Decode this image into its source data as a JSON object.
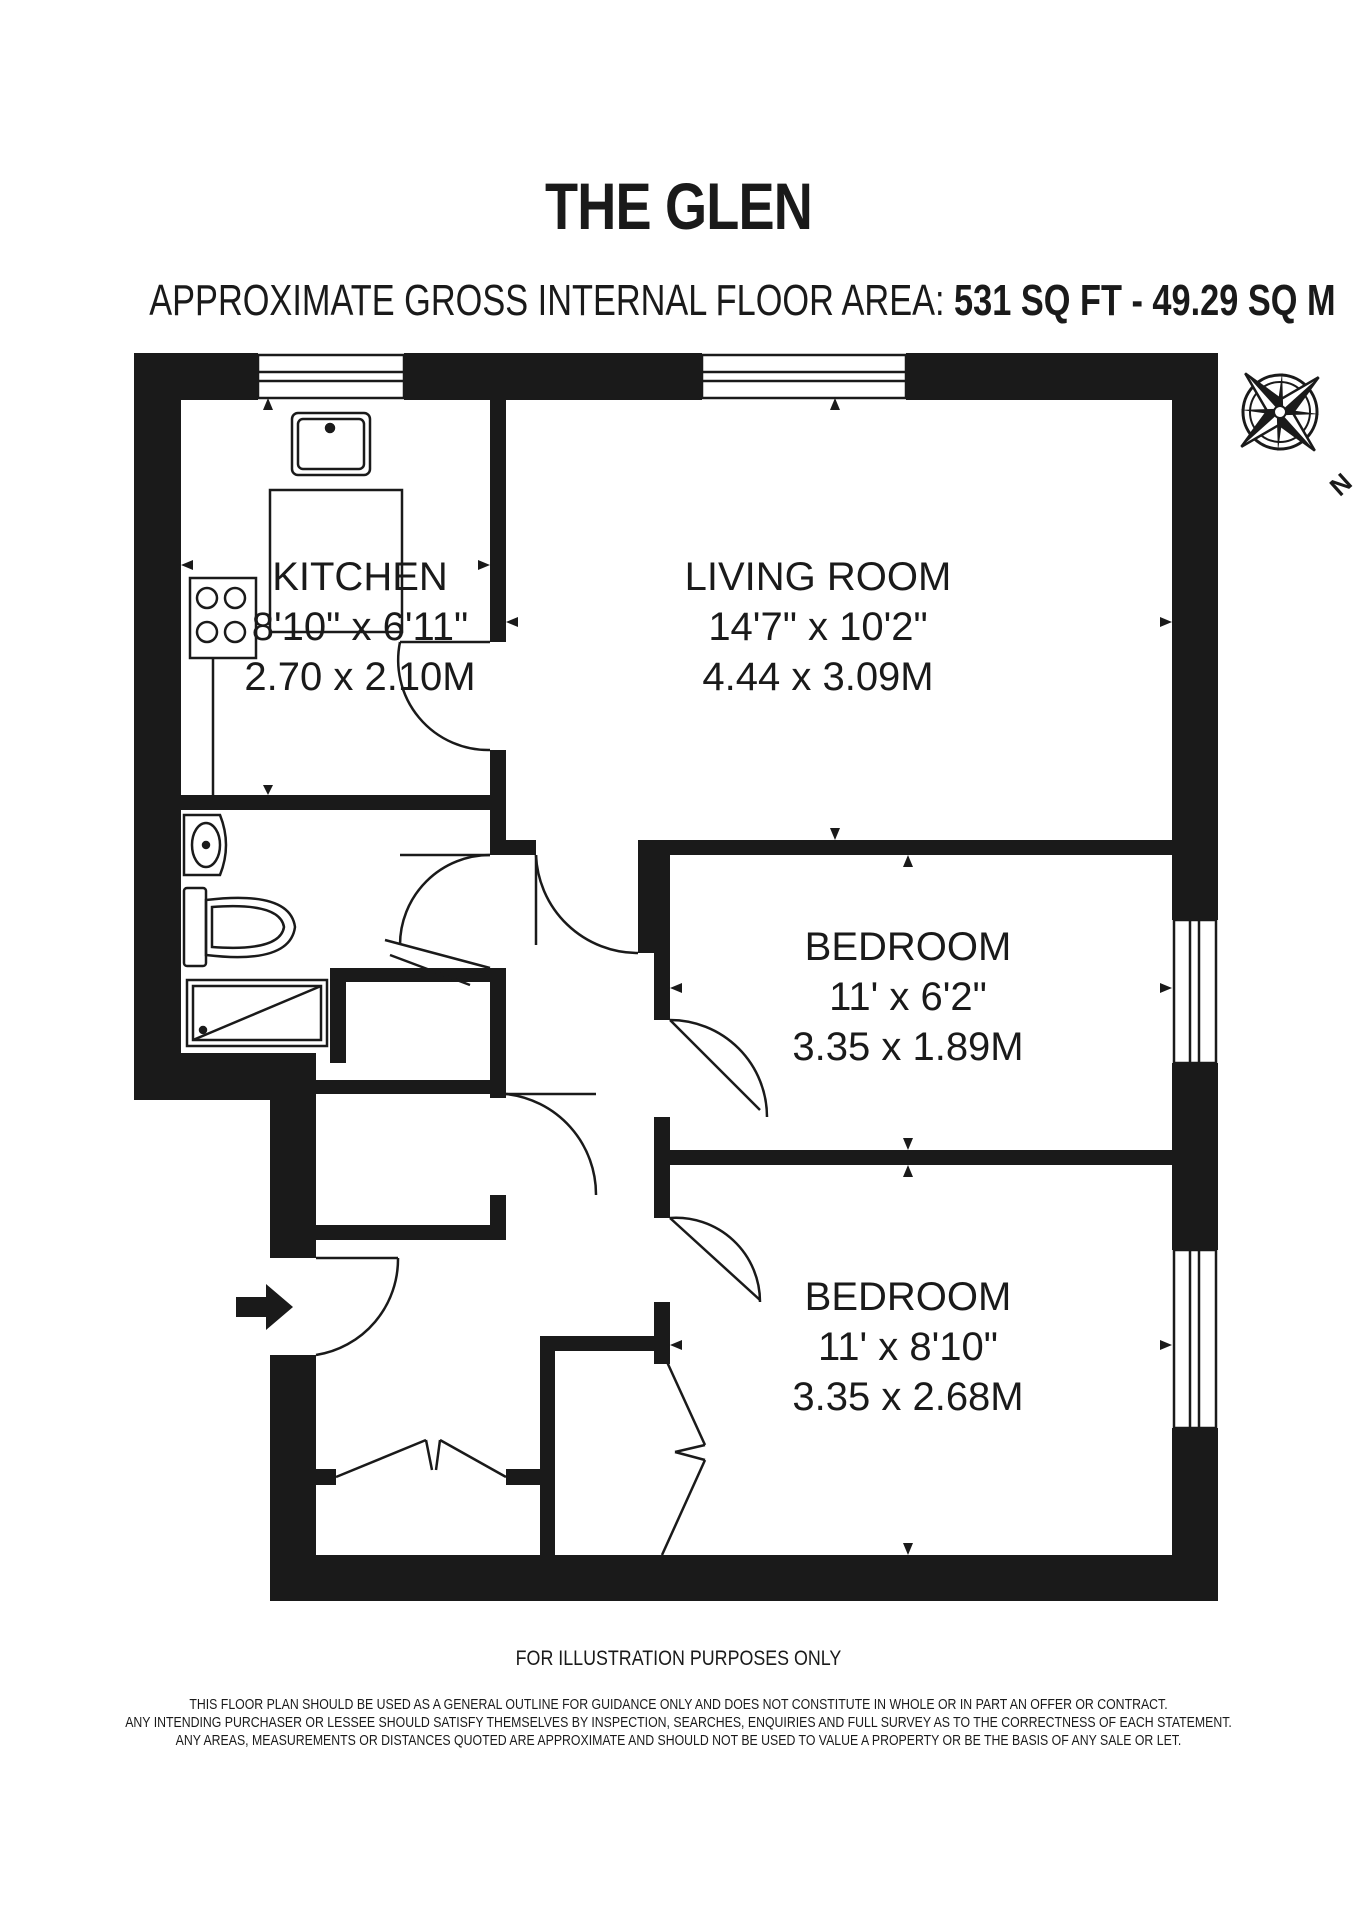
{
  "header": {
    "title": "THE GLEN",
    "area_label": "APPROXIMATE GROSS INTERNAL FLOOR AREA:",
    "area_sqft": "531 SQ FT",
    "area_separator": "-",
    "area_sqm": "49.29 SQ M"
  },
  "rooms": {
    "kitchen": {
      "name": "KITCHEN",
      "imperial": "8'10\" x 6'11\"",
      "metric": "2.70 x 2.10M"
    },
    "living": {
      "name": "LIVING ROOM",
      "imperial": "14'7\" x 10'2\"",
      "metric": "4.44 x 3.09M"
    },
    "bedroom1": {
      "name": "BEDROOM",
      "imperial": "11' x 6'2\"",
      "metric": "3.35 x 1.89M"
    },
    "bedroom2": {
      "name": "BEDROOM",
      "imperial": "11' x 8'10\"",
      "metric": "3.35 x 2.68M"
    }
  },
  "compass": {
    "north_label": "N"
  },
  "footer": {
    "main": "FOR ILLUSTRATION PURPOSES ONLY",
    "notes": [
      "THIS FLOOR PLAN SHOULD BE USED AS A GENERAL OUTLINE FOR GUIDANCE ONLY AND DOES NOT CONSTITUTE IN WHOLE OR IN PART AN OFFER OR CONTRACT.",
      "ANY INTENDING PURCHASER OR LESSEE SHOULD SATISFY THEMSELVES BY INSPECTION, SEARCHES, ENQUIRIES AND FULL SURVEY AS TO THE CORRECTNESS OF EACH STATEMENT.",
      "ANY AREAS, MEASUREMENTS OR DISTANCES QUOTED ARE APPROXIMATE AND SHOULD NOT BE USED TO VALUE A PROPERTY OR BE THE BASIS OF ANY SALE OR LET."
    ]
  },
  "colors": {
    "wall": "#1a1a1a",
    "background": "#ffffff"
  }
}
